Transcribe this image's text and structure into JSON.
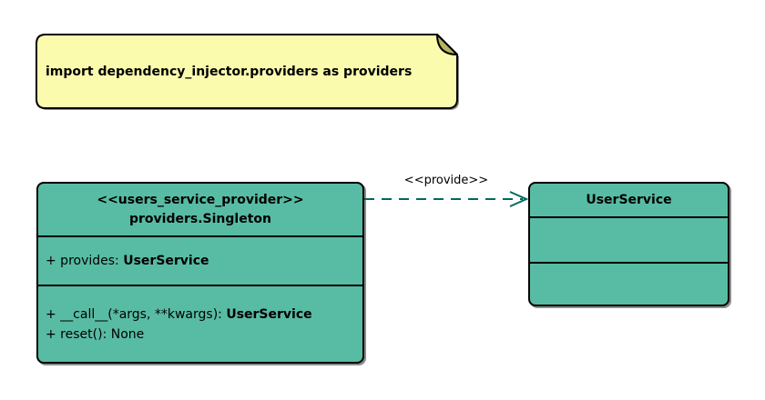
{
  "note": {
    "text": "import dependency_injector.providers as providers"
  },
  "provider_class": {
    "stereotype": "<<users_service_provider>>",
    "name": "providers.Singleton",
    "attributes": [
      {
        "text": "+ provides: ",
        "type": "UserService"
      }
    ],
    "methods": [
      {
        "text": "+ __call__(*args, **kwargs): ",
        "type": "UserService"
      },
      {
        "text": "+ reset(): None",
        "type": ""
      }
    ]
  },
  "service_class": {
    "name": "UserService"
  },
  "edge": {
    "label": "<<provide>>"
  },
  "style": {
    "class_fill": "#58BCA4",
    "border_color": "#000000",
    "note_fill": "#FBFBAE",
    "note_fold_fill": "#B8B45E",
    "edge_color": "#00695C",
    "background": "#FFFFFF",
    "text_color": "#000000"
  }
}
